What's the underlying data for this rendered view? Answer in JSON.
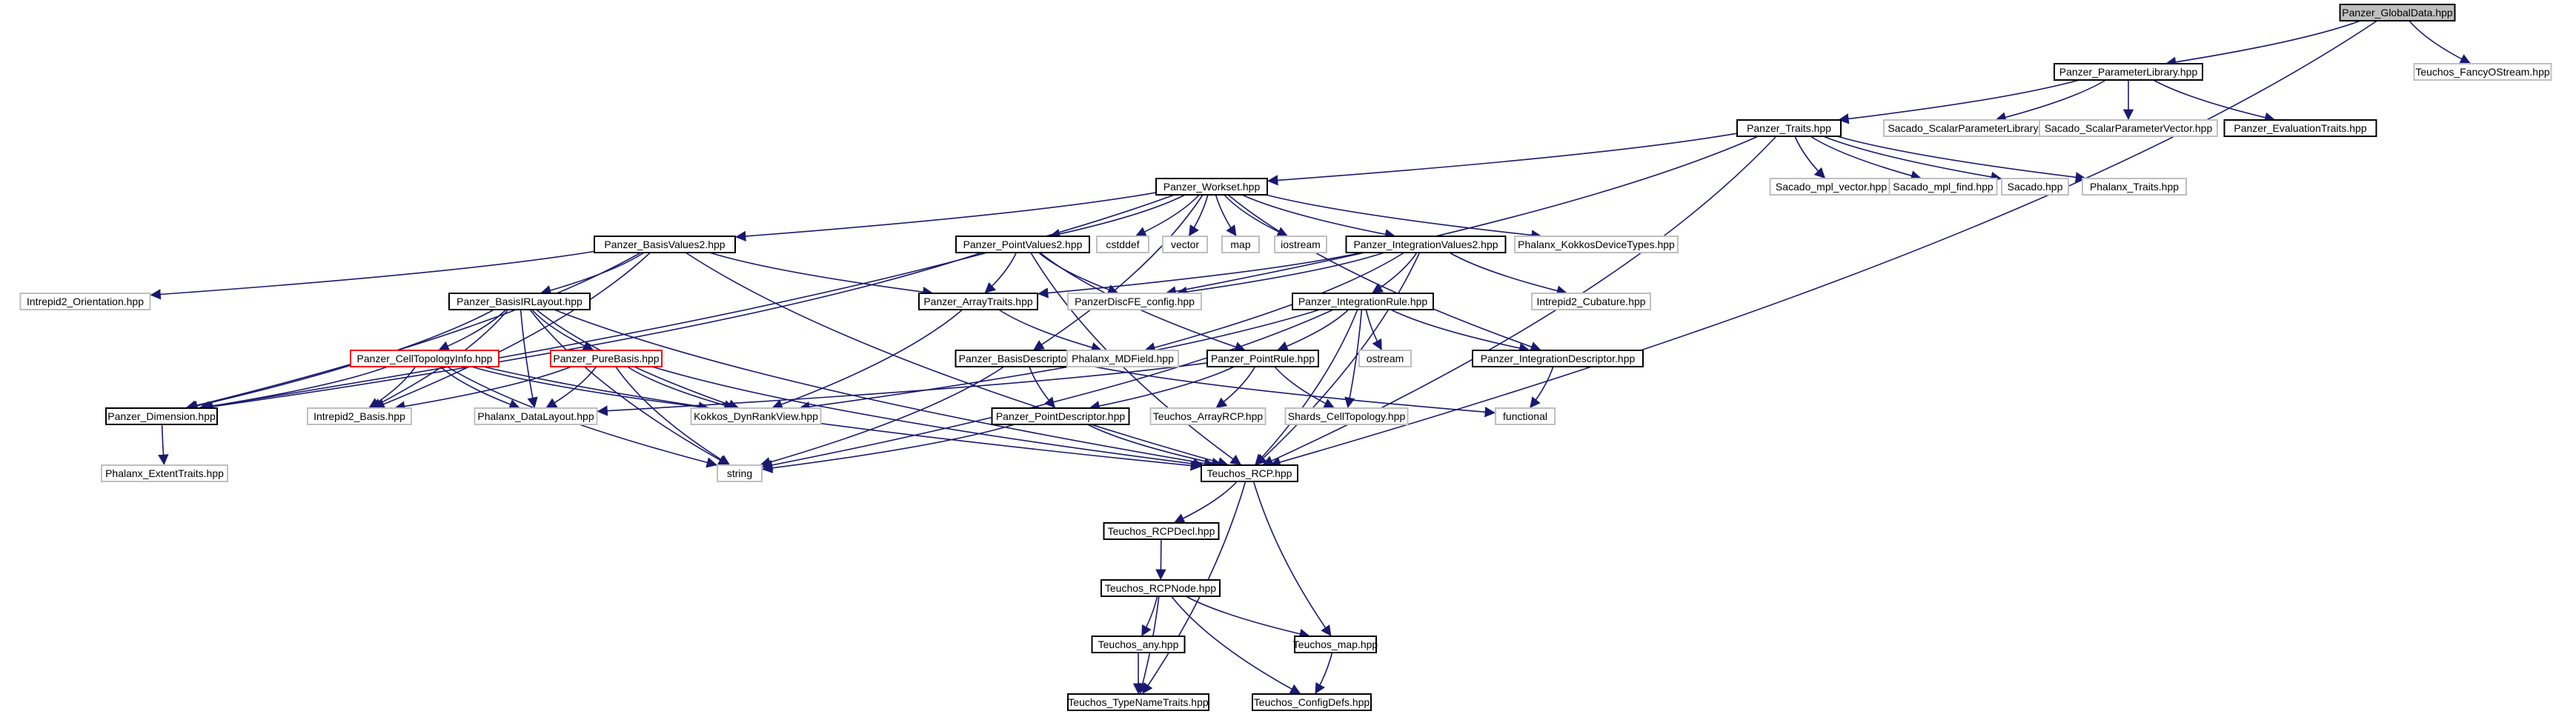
{
  "diagram": {
    "nodes": [
      {
        "id": "n_global",
        "label": "Panzer_GlobalData.hpp",
        "style": "root"
      },
      {
        "id": "n_fancy",
        "label": "Teuchos_FancyOStream.hpp",
        "style": "ext"
      },
      {
        "id": "n_paramlib",
        "label": "Panzer_ParameterLibrary.hpp",
        "style": "doc"
      },
      {
        "id": "n_traits",
        "label": "Panzer_Traits.hpp",
        "style": "doc"
      },
      {
        "id": "n_sacspl",
        "label": "Sacado_ScalarParameterLibrary.hpp",
        "style": "ext"
      },
      {
        "id": "n_sacspv",
        "label": "Sacado_ScalarParameterVector.hpp",
        "style": "ext"
      },
      {
        "id": "n_evaltraits",
        "label": "Panzer_EvaluationTraits.hpp",
        "style": "doc"
      },
      {
        "id": "n_workset",
        "label": "Panzer_Workset.hpp",
        "style": "doc"
      },
      {
        "id": "n_mplvec",
        "label": "Sacado_mpl_vector.hpp",
        "style": "ext"
      },
      {
        "id": "n_mplfind",
        "label": "Sacado_mpl_find.hpp",
        "style": "ext"
      },
      {
        "id": "n_sacado",
        "label": "Sacado.hpp",
        "style": "ext"
      },
      {
        "id": "n_phtraits",
        "label": "Phalanx_Traits.hpp",
        "style": "ext"
      },
      {
        "id": "n_basisv2",
        "label": "Panzer_BasisValues2.hpp",
        "style": "doc"
      },
      {
        "id": "n_pointv2",
        "label": "Panzer_PointValues2.hpp",
        "style": "doc"
      },
      {
        "id": "n_cstddef",
        "label": "cstddef",
        "style": "ext"
      },
      {
        "id": "n_vector",
        "label": "vector",
        "style": "ext"
      },
      {
        "id": "n_map",
        "label": "map",
        "style": "ext"
      },
      {
        "id": "n_iostream",
        "label": "iostream",
        "style": "ext"
      },
      {
        "id": "n_intv2",
        "label": "Panzer_IntegrationValues2.hpp",
        "style": "doc"
      },
      {
        "id": "n_kokkosdev",
        "label": "Phalanx_KokkosDeviceTypes.hpp",
        "style": "ext"
      },
      {
        "id": "n_intrepidorient",
        "label": "Intrepid2_Orientation.hpp",
        "style": "ext"
      },
      {
        "id": "n_basisir",
        "label": "Panzer_BasisIRLayout.hpp",
        "style": "doc"
      },
      {
        "id": "n_arraytraits",
        "label": "Panzer_ArrayTraits.hpp",
        "style": "doc"
      },
      {
        "id": "n_discfe",
        "label": "PanzerDiscFE_config.hpp",
        "style": "ext"
      },
      {
        "id": "n_intrule",
        "label": "Panzer_IntegrationRule.hpp",
        "style": "doc"
      },
      {
        "id": "n_cubature",
        "label": "Intrepid2_Cubature.hpp",
        "style": "ext"
      },
      {
        "id": "n_celltopo",
        "label": "Panzer_CellTopologyInfo.hpp",
        "style": "red"
      },
      {
        "id": "n_purebasis",
        "label": "Panzer_PureBasis.hpp",
        "style": "red"
      },
      {
        "id": "n_basisdesc",
        "label": "Panzer_BasisDescriptor.hpp",
        "style": "doc"
      },
      {
        "id": "n_mdfield",
        "label": "Phalanx_MDField.hpp",
        "style": "ext"
      },
      {
        "id": "n_pointrule",
        "label": "Panzer_PointRule.hpp",
        "style": "doc"
      },
      {
        "id": "n_ostream",
        "label": "ostream",
        "style": "ext"
      },
      {
        "id": "n_intdesc",
        "label": "Panzer_IntegrationDescriptor.hpp",
        "style": "doc"
      },
      {
        "id": "n_dimension",
        "label": "Panzer_Dimension.hpp",
        "style": "doc"
      },
      {
        "id": "n_intrepidbasis",
        "label": "Intrepid2_Basis.hpp",
        "style": "ext"
      },
      {
        "id": "n_datalayout",
        "label": "Phalanx_DataLayout.hpp",
        "style": "ext"
      },
      {
        "id": "n_dynrank",
        "label": "Kokkos_DynRankView.hpp",
        "style": "ext"
      },
      {
        "id": "n_pointdesc",
        "label": "Panzer_PointDescriptor.hpp",
        "style": "doc"
      },
      {
        "id": "n_arrayrcp",
        "label": "Teuchos_ArrayRCP.hpp",
        "style": "ext"
      },
      {
        "id": "n_shards",
        "label": "Shards_CellTopology.hpp",
        "style": "ext"
      },
      {
        "id": "n_functional",
        "label": "functional",
        "style": "ext"
      },
      {
        "id": "n_extent",
        "label": "Phalanx_ExtentTraits.hpp",
        "style": "ext"
      },
      {
        "id": "n_string",
        "label": "string",
        "style": "ext"
      },
      {
        "id": "n_rcp",
        "label": "Teuchos_RCP.hpp",
        "style": "doc"
      },
      {
        "id": "n_rcpdecl",
        "label": "Teuchos_RCPDecl.hpp",
        "style": "doc"
      },
      {
        "id": "n_rcpnode",
        "label": "Teuchos_RCPNode.hpp",
        "style": "doc"
      },
      {
        "id": "n_any",
        "label": "Teuchos_any.hpp",
        "style": "doc"
      },
      {
        "id": "n_tmap",
        "label": "Teuchos_map.hpp",
        "style": "doc"
      },
      {
        "id": "n_typename",
        "label": "Teuchos_TypeNameTraits.hpp",
        "style": "doc"
      },
      {
        "id": "n_configdefs",
        "label": "Teuchos_ConfigDefs.hpp",
        "style": "doc"
      }
    ],
    "edges": [
      [
        "n_global",
        "n_paramlib"
      ],
      [
        "n_global",
        "n_fancy"
      ],
      [
        "n_global",
        "n_rcp"
      ],
      [
        "n_paramlib",
        "n_traits"
      ],
      [
        "n_paramlib",
        "n_sacspl"
      ],
      [
        "n_paramlib",
        "n_sacspv"
      ],
      [
        "n_paramlib",
        "n_evaltraits"
      ],
      [
        "n_traits",
        "n_workset"
      ],
      [
        "n_traits",
        "n_mplvec"
      ],
      [
        "n_traits",
        "n_mplfind"
      ],
      [
        "n_traits",
        "n_sacado"
      ],
      [
        "n_traits",
        "n_phtraits"
      ],
      [
        "n_traits",
        "n_discfe"
      ],
      [
        "n_traits",
        "n_rcp"
      ],
      [
        "n_workset",
        "n_basisv2"
      ],
      [
        "n_workset",
        "n_pointv2"
      ],
      [
        "n_workset",
        "n_cstddef"
      ],
      [
        "n_workset",
        "n_vector"
      ],
      [
        "n_workset",
        "n_map"
      ],
      [
        "n_workset",
        "n_iostream"
      ],
      [
        "n_workset",
        "n_intv2"
      ],
      [
        "n_workset",
        "n_kokkosdev"
      ],
      [
        "n_workset",
        "n_dimension"
      ],
      [
        "n_workset",
        "n_basisdesc"
      ],
      [
        "n_workset",
        "n_intdesc"
      ],
      [
        "n_basisv2",
        "n_intrepidorient"
      ],
      [
        "n_basisv2",
        "n_basisir"
      ],
      [
        "n_basisv2",
        "n_arraytraits"
      ],
      [
        "n_basisv2",
        "n_rcp"
      ],
      [
        "n_basisv2",
        "n_intrepidbasis"
      ],
      [
        "n_basisv2",
        "n_dimension"
      ],
      [
        "n_pointv2",
        "n_arraytraits"
      ],
      [
        "n_pointv2",
        "n_discfe"
      ],
      [
        "n_pointv2",
        "n_pointrule"
      ],
      [
        "n_pointv2",
        "n_dimension"
      ],
      [
        "n_pointv2",
        "n_rcp"
      ],
      [
        "n_intv2",
        "n_arraytraits"
      ],
      [
        "n_intv2",
        "n_discfe"
      ],
      [
        "n_intv2",
        "n_intrule"
      ],
      [
        "n_intv2",
        "n_cubature"
      ],
      [
        "n_intv2",
        "n_mdfield"
      ],
      [
        "n_intv2",
        "n_rcp"
      ],
      [
        "n_basisir",
        "n_celltopo"
      ],
      [
        "n_basisir",
        "n_purebasis"
      ],
      [
        "n_basisir",
        "n_dimension"
      ],
      [
        "n_basisir",
        "n_intrepidbasis"
      ],
      [
        "n_basisir",
        "n_datalayout"
      ],
      [
        "n_basisir",
        "n_dynrank"
      ],
      [
        "n_basisir",
        "n_string"
      ],
      [
        "n_basisir",
        "n_rcp"
      ],
      [
        "n_arraytraits",
        "n_mdfield"
      ],
      [
        "n_arraytraits",
        "n_dynrank"
      ],
      [
        "n_intrule",
        "n_pointrule"
      ],
      [
        "n_intrule",
        "n_ostream"
      ],
      [
        "n_intrule",
        "n_intdesc"
      ],
      [
        "n_intrule",
        "n_shards"
      ],
      [
        "n_intrule",
        "n_rcp"
      ],
      [
        "n_intrule",
        "n_string"
      ],
      [
        "n_intrule",
        "n_dynrank"
      ],
      [
        "n_celltopo",
        "n_dimension"
      ],
      [
        "n_celltopo",
        "n_intrepidbasis"
      ],
      [
        "n_celltopo",
        "n_datalayout"
      ],
      [
        "n_celltopo",
        "n_dynrank"
      ],
      [
        "n_celltopo",
        "n_string"
      ],
      [
        "n_celltopo",
        "n_rcp"
      ],
      [
        "n_purebasis",
        "n_intrepidbasis"
      ],
      [
        "n_purebasis",
        "n_datalayout"
      ],
      [
        "n_purebasis",
        "n_dynrank"
      ],
      [
        "n_purebasis",
        "n_string"
      ],
      [
        "n_purebasis",
        "n_rcp"
      ],
      [
        "n_basisdesc",
        "n_pointdesc"
      ],
      [
        "n_basisdesc",
        "n_functional"
      ],
      [
        "n_basisdesc",
        "n_string"
      ],
      [
        "n_pointrule",
        "n_pointdesc"
      ],
      [
        "n_pointrule",
        "n_arrayrcp"
      ],
      [
        "n_pointrule",
        "n_shards"
      ],
      [
        "n_pointrule",
        "n_datalayout"
      ],
      [
        "n_intdesc",
        "n_functional"
      ],
      [
        "n_dimension",
        "n_extent"
      ],
      [
        "n_pointdesc",
        "n_string"
      ],
      [
        "n_pointdesc",
        "n_rcp"
      ],
      [
        "n_rcp",
        "n_rcpdecl"
      ],
      [
        "n_rcp",
        "n_tmap"
      ],
      [
        "n_rcp",
        "n_typename"
      ],
      [
        "n_rcpdecl",
        "n_rcpnode"
      ],
      [
        "n_rcpnode",
        "n_any"
      ],
      [
        "n_rcpnode",
        "n_tmap"
      ],
      [
        "n_rcpnode",
        "n_typename"
      ],
      [
        "n_rcpnode",
        "n_configdefs"
      ],
      [
        "n_any",
        "n_typename"
      ],
      [
        "n_tmap",
        "n_configdefs"
      ]
    ],
    "colors": {
      "edge": "#191970",
      "doc_border": "#000000",
      "ext_border": "#bfbfbf",
      "red_border": "#ff0000",
      "root_fill": "#bfbfbf",
      "text": "#000000"
    }
  }
}
